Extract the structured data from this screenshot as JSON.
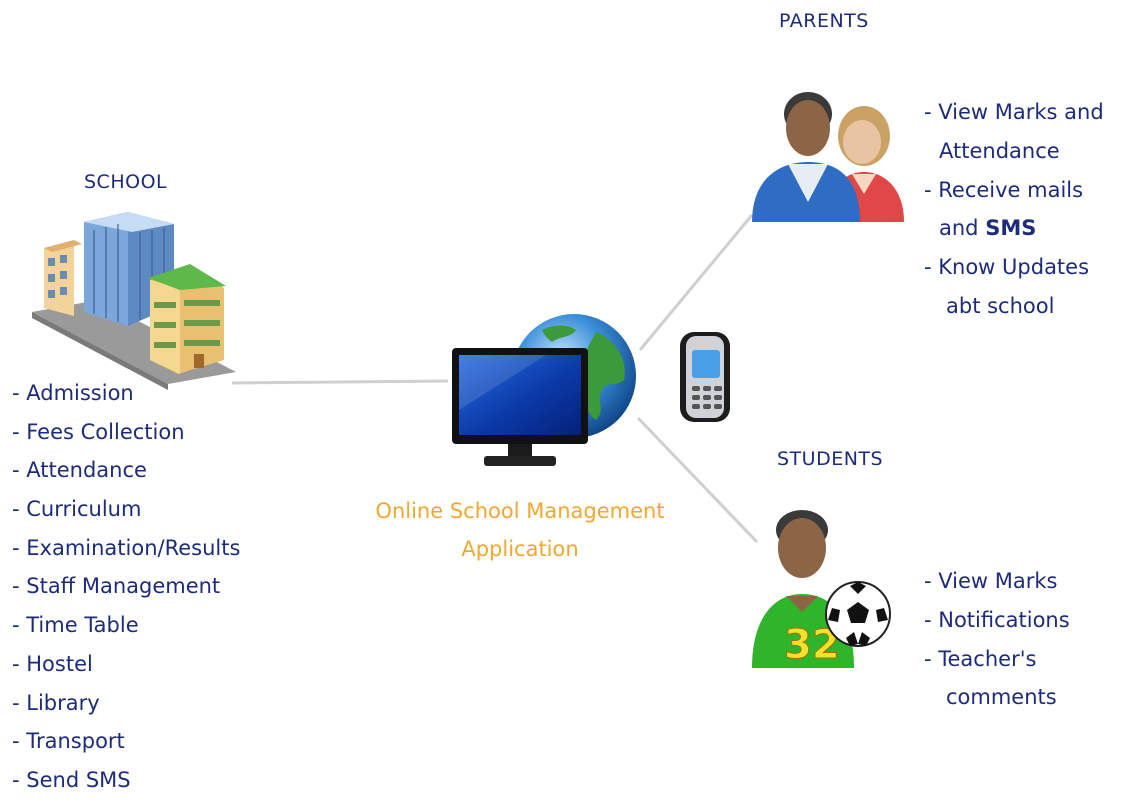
{
  "school": {
    "heading": "SCHOOL",
    "items": [
      "- Admission",
      "- Fees Collection",
      "- Attendance",
      "- Curriculum",
      "- Examination/Results",
      "- Staff Management",
      "- Time Table",
      "- Hostel",
      "- Library",
      "- Transport",
      "- Send SMS"
    ]
  },
  "center": {
    "line1": "Online School Management",
    "line2": "Application"
  },
  "parents": {
    "heading": "PARENTS",
    "item1_line1": "- View Marks and",
    "item1_line2": "Attendance",
    "item2_line1": "- Receive mails",
    "item2_line2_prefix": "and",
    "item2_line2_bold": "SMS",
    "item3_line1": "- Know Updates",
    "item3_line2": "abt school"
  },
  "students": {
    "heading": "STUDENTS",
    "item1": "- View Marks",
    "item2": "- Notifications",
    "item3_line1": "- Teacher's",
    "item3_line2": "comments",
    "jersey_number": "32"
  },
  "colors": {
    "text": "#1e2b7a",
    "accent": "#f0a830",
    "connector": "#c8c8c8"
  }
}
